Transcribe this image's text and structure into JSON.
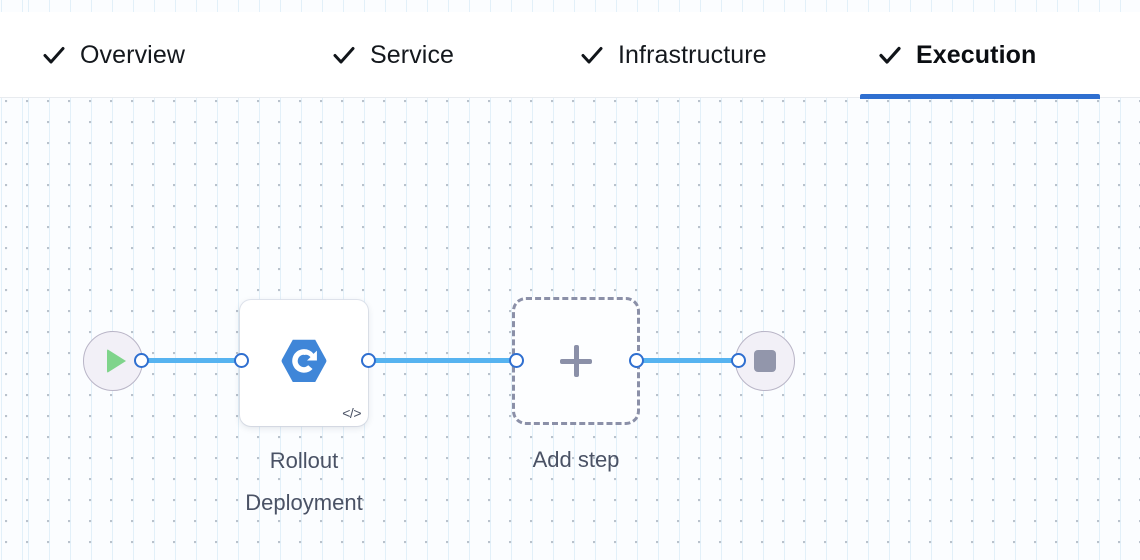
{
  "header": {
    "tabs": [
      {
        "label": "Overview",
        "icon": "check-icon",
        "completed": true,
        "active": false
      },
      {
        "label": "Service",
        "icon": "check-icon",
        "completed": true,
        "active": false
      },
      {
        "label": "Infrastructure",
        "icon": "check-icon",
        "completed": true,
        "active": false
      },
      {
        "label": "Execution",
        "icon": "check-icon",
        "completed": true,
        "active": true
      }
    ],
    "active_tab": "Execution",
    "active_underline_color": "#2f6fd0"
  },
  "canvas": {
    "background_color": "#fbfdff",
    "grid_dot_color": "#b9c2cc",
    "nodes": [
      {
        "id": "start",
        "type": "start-node",
        "icon": "play-icon",
        "label": "",
        "icon_color": "#7fd48b",
        "fill_color": "#f2f0f7"
      },
      {
        "id": "rollout-deployment",
        "type": "step-card",
        "icon": "rollout-deployment-icon",
        "label": "Rollout\nDeployment",
        "badge": "</>",
        "icon_color": "#3f86d8"
      },
      {
        "id": "add-step",
        "type": "add-node",
        "icon": "plus-icon",
        "label": "Add step",
        "border_style": "dashed",
        "border_color": "#8b90a8"
      },
      {
        "id": "end",
        "type": "end-node",
        "icon": "stop-icon",
        "label": "",
        "icon_color": "#9296ab",
        "fill_color": "#f2f0f7"
      }
    ],
    "edges": [
      {
        "from": "start",
        "to": "rollout-deployment"
      },
      {
        "from": "rollout-deployment",
        "to": "add-step"
      },
      {
        "from": "add-step",
        "to": "end"
      }
    ],
    "edge_color": "#56b3f0",
    "port_color": "#2f6fd0"
  }
}
